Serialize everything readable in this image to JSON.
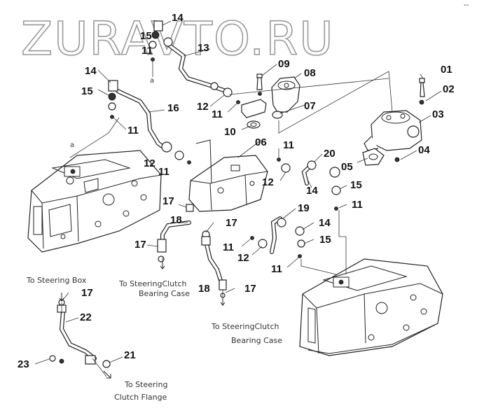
{
  "watermark": "ZURAVTO.RU",
  "corner_mark": "--",
  "callouts": [
    {
      "id": "c01",
      "text": "01"
    },
    {
      "id": "c02",
      "text": "02"
    },
    {
      "id": "c03",
      "text": "03"
    },
    {
      "id": "c04",
      "text": "04"
    },
    {
      "id": "c05",
      "text": "05"
    },
    {
      "id": "c06",
      "text": "06"
    },
    {
      "id": "c07",
      "text": "07"
    },
    {
      "id": "c08",
      "text": "08"
    },
    {
      "id": "c09",
      "text": "09"
    },
    {
      "id": "c10",
      "text": "10"
    },
    {
      "id": "c11a",
      "text": "11"
    },
    {
      "id": "c11b",
      "text": "11"
    },
    {
      "id": "c11c",
      "text": "11"
    },
    {
      "id": "c11d",
      "text": "11"
    },
    {
      "id": "c11e",
      "text": "11"
    },
    {
      "id": "c11f",
      "text": "11"
    },
    {
      "id": "c11g",
      "text": "11"
    },
    {
      "id": "c11h",
      "text": "11"
    },
    {
      "id": "c12a",
      "text": "12"
    },
    {
      "id": "c12b",
      "text": "12"
    },
    {
      "id": "c12c",
      "text": "12"
    },
    {
      "id": "c12d",
      "text": "12"
    },
    {
      "id": "c13",
      "text": "13"
    },
    {
      "id": "c14a",
      "text": "14"
    },
    {
      "id": "c14b",
      "text": "14"
    },
    {
      "id": "c14c",
      "text": "14"
    },
    {
      "id": "c14d",
      "text": "14"
    },
    {
      "id": "c15a",
      "text": "15"
    },
    {
      "id": "c15b",
      "text": "15"
    },
    {
      "id": "c15c",
      "text": "15"
    },
    {
      "id": "c15d",
      "text": "15"
    },
    {
      "id": "c16",
      "text": "16"
    },
    {
      "id": "c17a",
      "text": "17"
    },
    {
      "id": "c17b",
      "text": "17"
    },
    {
      "id": "c17c",
      "text": "17"
    },
    {
      "id": "c17d",
      "text": "17"
    },
    {
      "id": "c17e",
      "text": "17"
    },
    {
      "id": "c18a",
      "text": "18"
    },
    {
      "id": "c18b",
      "text": "18"
    },
    {
      "id": "c19",
      "text": "19"
    },
    {
      "id": "c20",
      "text": "20"
    },
    {
      "id": "c21",
      "text": "21"
    },
    {
      "id": "c22",
      "text": "22"
    },
    {
      "id": "c23",
      "text": "23"
    }
  ],
  "reference_marks": {
    "a_top": "a",
    "a_bottom": "a"
  },
  "notes": {
    "to_steering_box": "To Steering Box",
    "to_clutch_case_1_l1": "To SteeringClutch",
    "to_clutch_case_1_l2": "Bearing Case",
    "to_clutch_case_2_l1": "To SteeringClutch",
    "to_clutch_case_2_l2": "Bearing Case",
    "to_clutch_flange_l1": "To Steering",
    "to_clutch_flange_l2": "Clutch Flange"
  }
}
